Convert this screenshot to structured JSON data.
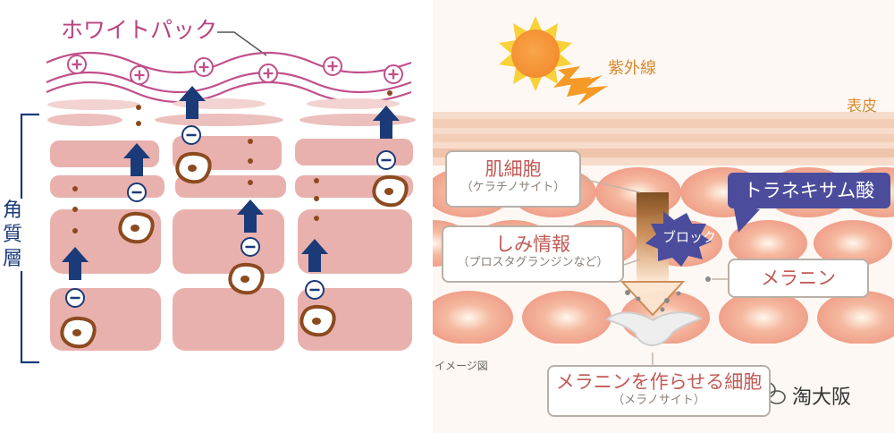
{
  "left_panel": {
    "white_pack_label": "ホワイトパック",
    "stratum_corneum_label": "角質層",
    "plus_symbol": "+",
    "minus_symbol": "−"
  },
  "right_panel": {
    "uv_label": "紫外線",
    "epidermis_label": "表皮",
    "keratinocyte_label": "肌細胞",
    "keratinocyte_sub": "（ケラチノサイト）",
    "tranexamic_label": "トラネキサム酸",
    "block_label": "ブロック",
    "spot_info_label": "しみ情報",
    "spot_info_sub": "（プロスタグランジンなど）",
    "melanin_label": "メラニン",
    "melanocyte_label": "メラニンを作らせる細胞",
    "melanocyte_sub": "（メラノサイト）",
    "image_note": "イメージ図",
    "watermark_text": "淘大阪"
  },
  "colors": {
    "pink_line": "#c0508a",
    "cell_pink": "#e9b1ae",
    "arrow_navy": "#1b3a78",
    "dot_brown": "#8c4a1f",
    "sun_yellow": "#f6c333",
    "tranexamic_bg": "#4b4d9c",
    "label_red": "#c25a55"
  }
}
